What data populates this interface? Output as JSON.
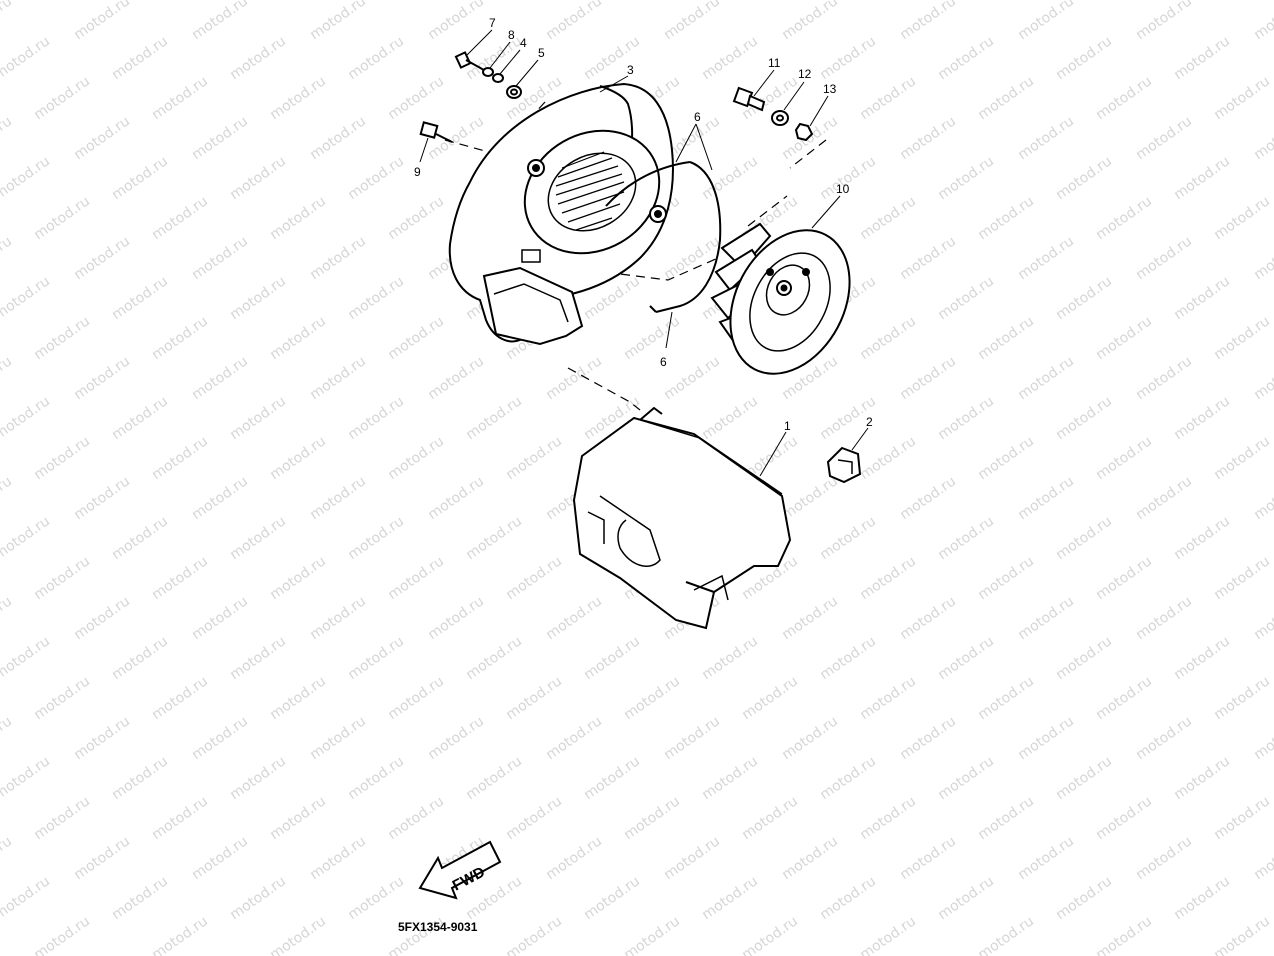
{
  "watermark_text": "motod.ru",
  "part_code": "5FX1354-9031",
  "fwd_arrow_label": "FWD",
  "callouts": [
    {
      "id": "c1",
      "label": "1"
    },
    {
      "id": "c2",
      "label": "2"
    },
    {
      "id": "c3",
      "label": "3"
    },
    {
      "id": "c4",
      "label": "4"
    },
    {
      "id": "c5",
      "label": "5"
    },
    {
      "id": "c6a",
      "label": "6"
    },
    {
      "id": "c6b",
      "label": "6"
    },
    {
      "id": "c7",
      "label": "7"
    },
    {
      "id": "c8",
      "label": "8"
    },
    {
      "id": "c9",
      "label": "9"
    },
    {
      "id": "c10",
      "label": "10"
    },
    {
      "id": "c11",
      "label": "11"
    },
    {
      "id": "c12",
      "label": "12"
    },
    {
      "id": "c13",
      "label": "13"
    }
  ]
}
